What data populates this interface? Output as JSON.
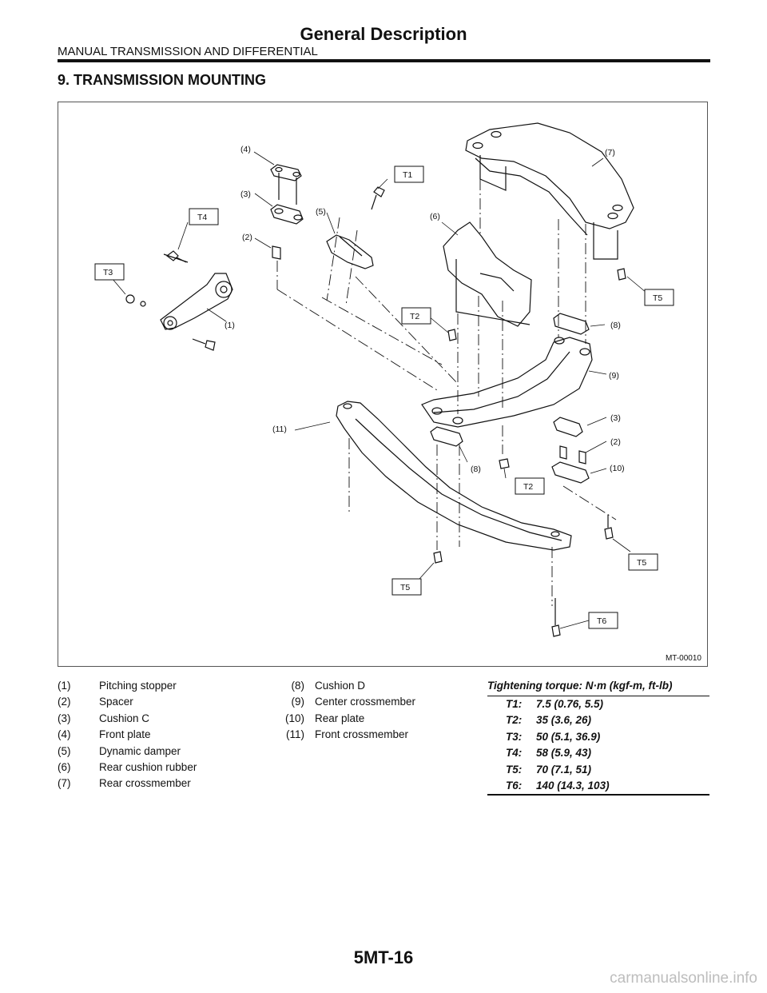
{
  "header": {
    "page_title": "General Description",
    "section_name": "MANUAL TRANSMISSION AND DIFFERENTIAL"
  },
  "section_heading": "9.  TRANSMISSION MOUNTING",
  "figure": {
    "figure_id": "MT-00010",
    "callouts": {
      "c1": "(1)",
      "c2": "(2)",
      "c3": "(3)",
      "c4": "(4)",
      "c5": "(5)",
      "c6": "(6)",
      "c7": "(7)",
      "c8": "(8)",
      "c9": "(9)",
      "c3b": "(3)",
      "c2b": "(2)",
      "c10": "(10)",
      "c8b": "(8)",
      "c11": "(11)"
    },
    "torque_tags": {
      "t1": "T1",
      "t4": "T4",
      "t3": "T3",
      "t2a": "T2",
      "t5a": "T5",
      "t2b": "T2",
      "t5b": "T5",
      "t5c": "T5",
      "t6": "T6"
    }
  },
  "legend": {
    "left": [
      {
        "num": "(1)",
        "name": "Pitching stopper"
      },
      {
        "num": "(2)",
        "name": "Spacer"
      },
      {
        "num": "(3)",
        "name": "Cushion C"
      },
      {
        "num": "(4)",
        "name": "Front plate"
      },
      {
        "num": "(5)",
        "name": "Dynamic damper"
      },
      {
        "num": "(6)",
        "name": "Rear cushion rubber"
      },
      {
        "num": "(7)",
        "name": "Rear crossmember"
      }
    ],
    "middle": [
      {
        "num": "(8)",
        "name": "Cushion D"
      },
      {
        "num": "(9)",
        "name": "Center crossmember"
      },
      {
        "num": "(10)",
        "name": "Rear plate"
      },
      {
        "num": "(11)",
        "name": "Front crossmember"
      }
    ]
  },
  "torque": {
    "heading": "Tightening torque: N·m (kgf-m, ft-lb)",
    "values": [
      {
        "code": "T1:",
        "value": "7.5 (0.76, 5.5)"
      },
      {
        "code": "T2:",
        "value": "35 (3.6, 26)"
      },
      {
        "code": "T3:",
        "value": "50 (5.1, 36.9)"
      },
      {
        "code": "T4:",
        "value": "58 (5.9, 43)"
      },
      {
        "code": "T5:",
        "value": "70 (7.1, 51)"
      },
      {
        "code": "T6:",
        "value": "140 (14.3, 103)"
      }
    ]
  },
  "footer": {
    "page_number": "5MT-16",
    "watermark": "carmanualsonline.info"
  }
}
